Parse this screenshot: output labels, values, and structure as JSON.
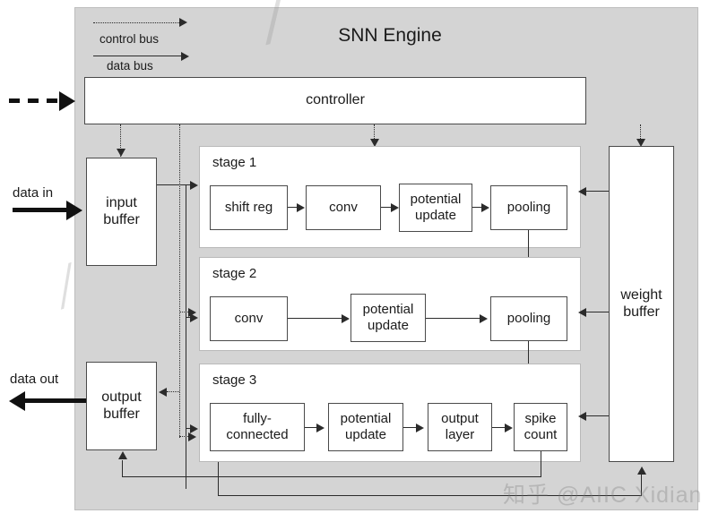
{
  "diagram": {
    "title": "SNN Engine",
    "legend": [
      {
        "label": "control bus",
        "style": "dotted-arrow"
      },
      {
        "label": "data bus",
        "style": "solid-arrow"
      }
    ],
    "external_labels": {
      "data_in": "data in",
      "data_out": "data out"
    },
    "controller": {
      "label": "controller"
    },
    "buffers": {
      "input": "input\nbuffer",
      "input_line1": "input",
      "input_line2": "buffer",
      "output_line1": "output",
      "output_line2": "buffer",
      "weight_line1": "weight",
      "weight_line2": "buffer"
    },
    "stages": [
      {
        "label": "stage 1",
        "blocks": [
          {
            "line1": "shift reg",
            "line2": ""
          },
          {
            "line1": "conv",
            "line2": ""
          },
          {
            "line1": "potential",
            "line2": "update"
          },
          {
            "line1": "pooling",
            "line2": ""
          }
        ]
      },
      {
        "label": "stage 2",
        "blocks": [
          {
            "line1": "conv",
            "line2": ""
          },
          {
            "line1": "potential",
            "line2": "update"
          },
          {
            "line1": "pooling",
            "line2": ""
          }
        ]
      },
      {
        "label": "stage 3",
        "blocks": [
          {
            "line1": "fully-",
            "line2": "connected"
          },
          {
            "line1": "potential",
            "line2": "update"
          },
          {
            "line1": "output",
            "line2": "layer"
          },
          {
            "line1": "spike",
            "line2": "count"
          }
        ]
      }
    ],
    "watermark": {
      "logo": "知乎",
      "handle": "@AIIC Xidian"
    },
    "colors": {
      "panel_background": "#d4d4d4",
      "block_fill": "#ffffff",
      "block_border": "#4a4a4a",
      "stage_border": "#b9b9b9",
      "line": "#2b2b2b",
      "text": "#1b1b1b"
    }
  }
}
